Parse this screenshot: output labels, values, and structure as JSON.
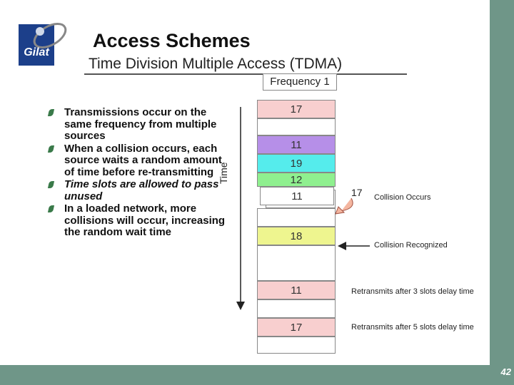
{
  "header": {
    "title": "Access Schemes",
    "subtitle": "Time Division Multiple Access (TDMA)",
    "logo_text": "Gilat"
  },
  "frequency_label": "Frequency 1",
  "time_axis_label": "Time",
  "bullets": [
    {
      "text": "Transmissions occur on the same frequency from multiple sources",
      "italic": false
    },
    {
      "text": "When a collision occurs, each source waits a random amount of time before re-transmitting",
      "italic": false
    },
    {
      "text": "Time slots are allowed to pass unused",
      "italic": true
    },
    {
      "text": "In a loaded network, more collisions will occur, increasing the random wait time",
      "italic": false
    }
  ],
  "slots": [
    {
      "label": "17",
      "color": "#f8cfcf"
    },
    {
      "label": "",
      "color": "#ffffff"
    },
    {
      "label": "11",
      "color": "#b68fe8"
    },
    {
      "label": "19",
      "color": "#55ecec"
    },
    {
      "label": "12",
      "color": "#8ff08f"
    },
    {
      "label": "11",
      "color": "#ffffff"
    },
    {
      "label": "",
      "color": "#ffffff"
    },
    {
      "label": "18",
      "color": "#eef58f"
    },
    {
      "label": "",
      "color": "#ffffff"
    },
    {
      "label": "",
      "color": "#ffffff"
    },
    {
      "label": "11",
      "color": "#f8cfcf"
    },
    {
      "label": "",
      "color": "#ffffff"
    },
    {
      "label": "17",
      "color": "#f8cfcf"
    },
    {
      "label": "",
      "color": "#ffffff"
    }
  ],
  "collision_label": "17",
  "callouts": {
    "collision_occurs": "Collision Occurs",
    "collision_recognized": "Collision Recognized",
    "retransmit_3": "Retransmits after 3 slots delay time",
    "retransmit_5": "Retransmits after 5 slots delay time"
  },
  "page_number": "42",
  "colors": {
    "band": "#6f9688",
    "logo_blue": "#1c3f8a"
  }
}
